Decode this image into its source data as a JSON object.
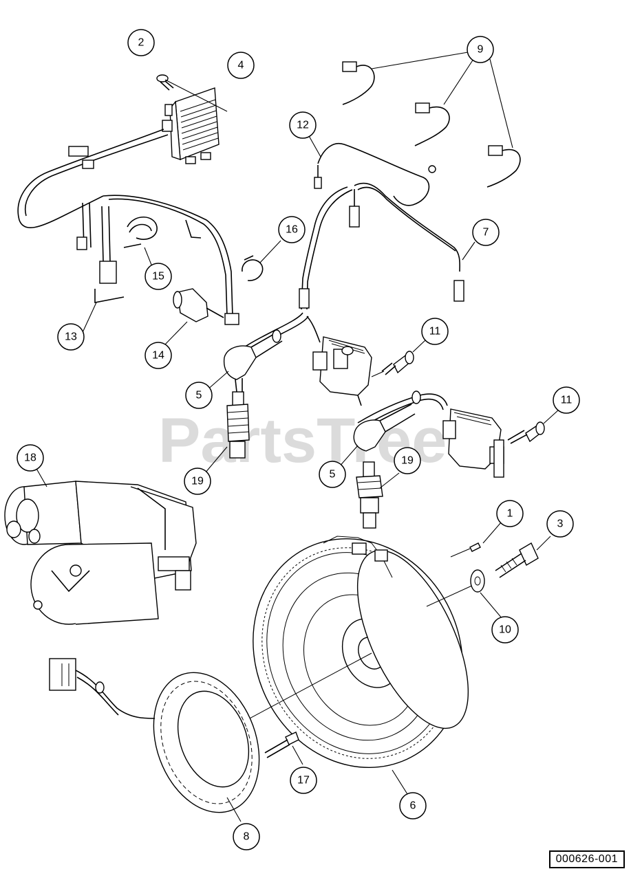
{
  "watermark": "PartsTree",
  "reference_code": "000626-001",
  "callouts": [
    {
      "id": "2",
      "label": "2"
    },
    {
      "id": "4",
      "label": "4"
    },
    {
      "id": "9",
      "label": "9"
    },
    {
      "id": "12",
      "label": "12"
    },
    {
      "id": "16",
      "label": "16"
    },
    {
      "id": "7",
      "label": "7"
    },
    {
      "id": "15",
      "label": "15"
    },
    {
      "id": "13",
      "label": "13"
    },
    {
      "id": "14",
      "label": "14"
    },
    {
      "id": "11a",
      "label": "11"
    },
    {
      "id": "5a",
      "label": "5"
    },
    {
      "id": "11b",
      "label": "11"
    },
    {
      "id": "18",
      "label": "18"
    },
    {
      "id": "19a",
      "label": "19"
    },
    {
      "id": "19b",
      "label": "19"
    },
    {
      "id": "5b",
      "label": "5"
    },
    {
      "id": "1",
      "label": "1"
    },
    {
      "id": "3",
      "label": "3"
    },
    {
      "id": "10",
      "label": "10"
    },
    {
      "id": "17",
      "label": "17"
    },
    {
      "id": "6",
      "label": "6"
    },
    {
      "id": "8",
      "label": "8"
    }
  ]
}
